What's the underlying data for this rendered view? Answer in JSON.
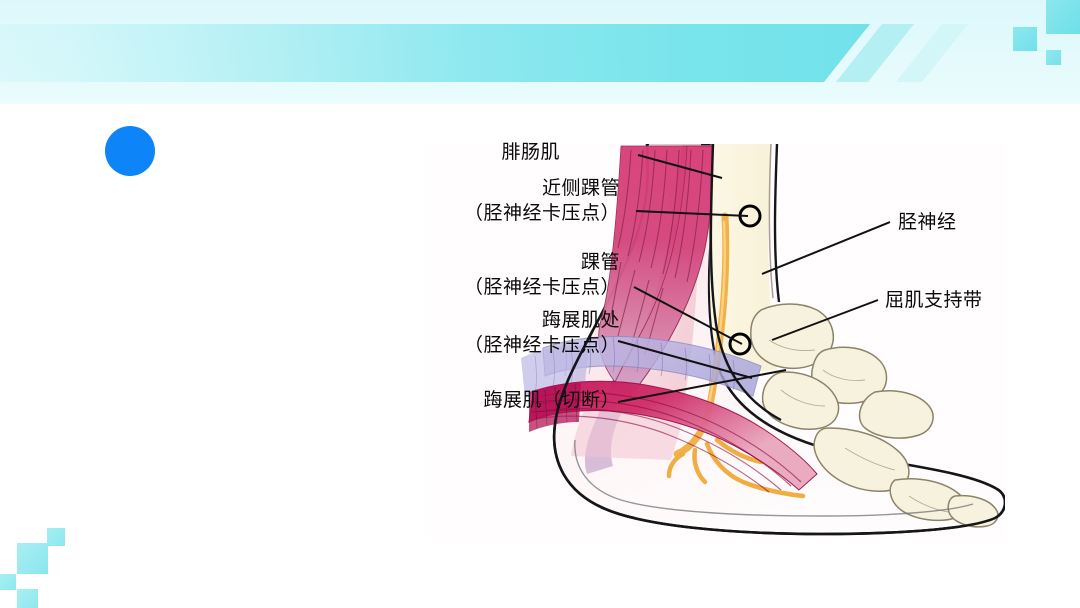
{
  "slide": {
    "background_color": "#ffffff",
    "banner": {
      "base_color": "#e2fafc",
      "band_gradient_start": "#d2f7fa",
      "band_gradient_end": "#72e2ea",
      "stripe_a_color": "#b4eff3",
      "stripe_b_color": "#d3f6f9",
      "decor_squares": [
        {
          "name": "header-square-large",
          "color": "#7fe3ea"
        },
        {
          "name": "header-square-medium",
          "color": "#7fe3ea"
        },
        {
          "name": "header-square-small",
          "color": "#7fe3ea"
        }
      ]
    },
    "bullet": {
      "name": "blue-bullet-dot",
      "color": "#0d84f7"
    },
    "corner_decor": {
      "color": "#8de7ee",
      "squares": [
        "bottom-left-square-tiny",
        "bottom-left-square-large",
        "bottom-left-square-edge",
        "bottom-left-square-low"
      ]
    }
  },
  "figure": {
    "panel_background": "#fffdfd",
    "caption_language": "zh",
    "labels": {
      "gastrocnemius": {
        "line1": "腓肠肌",
        "line2": ""
      },
      "proximal_tarsal_tunnel": {
        "line1": "近侧踝管",
        "line2": "（胫神经卡压点）"
      },
      "tarsal_tunnel": {
        "line1": "踝管",
        "line2": "（胫神经卡压点）"
      },
      "abductor_hallucis_point": {
        "line1": "踇展肌处",
        "line2": "（胫神经卡压点）"
      },
      "abductor_hallucis_cut": {
        "line1": "踇展肌（切断）",
        "line2": ""
      },
      "tibial_nerve": {
        "line1": "胫神经",
        "line2": ""
      },
      "flexor_retinaculum": {
        "line1": "屈肌支持带",
        "line2": ""
      }
    },
    "anatomy_colors": {
      "gastrocnemius_muscle": "#cf3f74",
      "gastrocnemius_light": "#e77ea6",
      "flexor_retinaculum": "#b9b6e4",
      "abductor_hallucis": "#c8165c",
      "tibial_nerve": "#f3b34d",
      "bone": "#f6f1dc",
      "skin": "#f6d9de",
      "outline": "#1a1a1a"
    },
    "markers": [
      {
        "name": "compression-point-marker-proximal"
      },
      {
        "name": "compression-point-marker-tunnel"
      }
    ]
  }
}
